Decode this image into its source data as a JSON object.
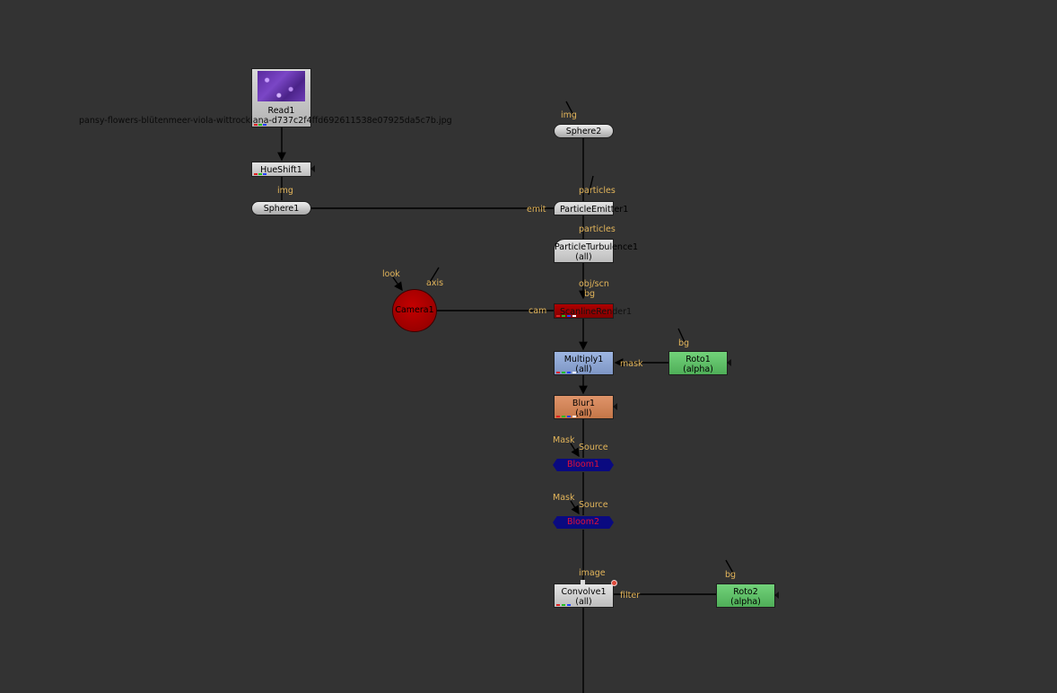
{
  "nodes": {
    "read1": {
      "label": "Read1",
      "filename": "pansy-flowers-blütenmeer-viola-wittrockiana-d737c2f4ffd692611538e07925da5c7b.jpg"
    },
    "hueshift1": {
      "label": "HueShift1"
    },
    "sphere1": {
      "label": "Sphere1"
    },
    "sphere2": {
      "label": "Sphere2"
    },
    "particle_emitter1": {
      "label": "ParticleEmitter1"
    },
    "particle_turbulence1": {
      "label": "ParticleTurbulence1",
      "sub": "(all)"
    },
    "camera1": {
      "label": "Camera1"
    },
    "scanline_render1": {
      "label": "ScanlineRender1"
    },
    "multiply1": {
      "label": "Multiply1",
      "sub": "(all)"
    },
    "roto1": {
      "label": "Roto1",
      "sub": "(alpha)"
    },
    "blur1": {
      "label": "Blur1",
      "sub": "(all)"
    },
    "bloom1": {
      "label": "Bloom1"
    },
    "bloom2": {
      "label": "Bloom2"
    },
    "convolve1": {
      "label": "Convolve1",
      "sub": "(all)"
    },
    "roto2": {
      "label": "Roto2",
      "sub": "(alpha)"
    }
  },
  "inputs": {
    "sphere1_img": "img",
    "sphere2_img": "img",
    "emitter_particles": "particles",
    "emitter_emit": "emit",
    "turbulence_particles": "particles",
    "camera_look": "look",
    "camera_axis": "axis",
    "render_obj": "obj/scn",
    "render_bg": "bg",
    "render_cam": "cam",
    "multiply_mask": "mask",
    "roto1_bg": "bg",
    "bloom1_mask": "Mask",
    "bloom1_source": "Source",
    "bloom2_mask": "Mask",
    "bloom2_source": "Source",
    "convolve_image": "image",
    "convolve_filter": "filter",
    "roto2_bg": "bg"
  },
  "colors": {
    "background": "#333333",
    "label": "#e3b55a",
    "bloom_fill": "#0a0a80",
    "bloom_text": "#e0103a",
    "camera_fill": "#b00000"
  }
}
